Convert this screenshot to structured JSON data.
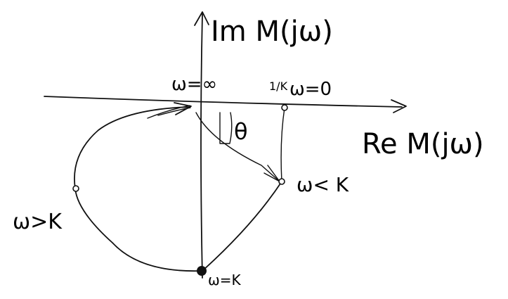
{
  "diagram": {
    "axis_labels": {
      "imaginary": "Im M(jω)",
      "real": "Re M(jω)"
    },
    "point_labels": {
      "omega_infinity": "ω=∞",
      "omega_zero": "ω=0",
      "one_over_k": "1/K",
      "omega_less_k": "ω< K",
      "omega_greater_k": "ω>K",
      "omega_equals_k": "ω=K",
      "angle": "θ"
    }
  }
}
